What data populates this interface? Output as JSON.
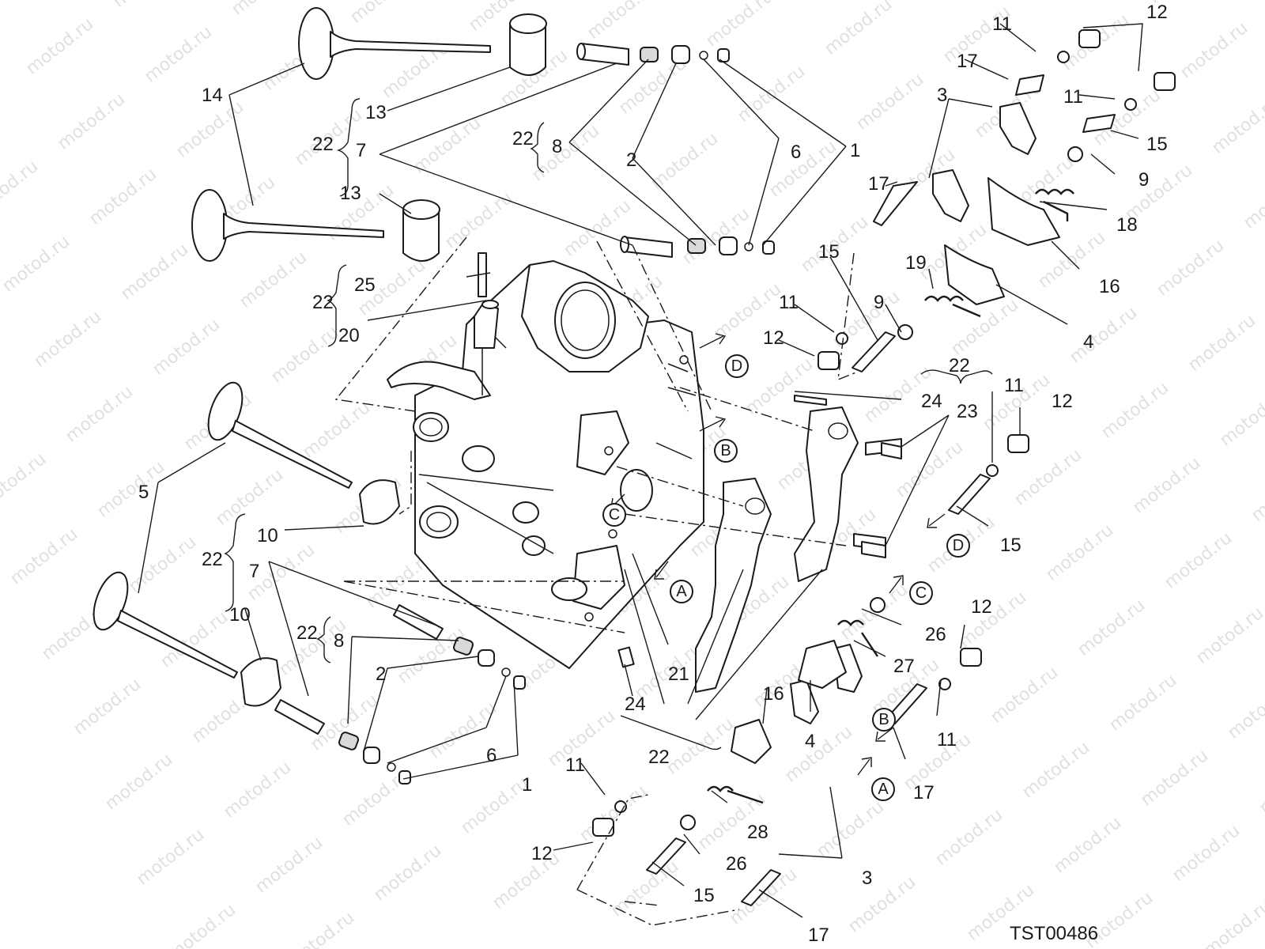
{
  "watermark": "motod.ru",
  "drawing_code": "TST00486",
  "callouts": [
    {
      "text": "14"
    },
    {
      "text": "13"
    },
    {
      "text": "22"
    },
    {
      "text": "7"
    },
    {
      "text": "13"
    },
    {
      "text": "22"
    },
    {
      "text": "8"
    },
    {
      "text": "2"
    },
    {
      "text": "6"
    },
    {
      "text": "1"
    },
    {
      "text": "11"
    },
    {
      "text": "12"
    },
    {
      "text": "17"
    },
    {
      "text": "3"
    },
    {
      "text": "11"
    },
    {
      "text": "15"
    },
    {
      "text": "9"
    },
    {
      "text": "18"
    },
    {
      "text": "16"
    },
    {
      "text": "17"
    },
    {
      "text": "15"
    },
    {
      "text": "19"
    },
    {
      "text": "11"
    },
    {
      "text": "9"
    },
    {
      "text": "12"
    },
    {
      "text": "4"
    },
    {
      "text": "22"
    },
    {
      "text": "25"
    },
    {
      "text": "20"
    },
    {
      "text": "22"
    },
    {
      "text": "24"
    },
    {
      "text": "23"
    },
    {
      "text": "11"
    },
    {
      "text": "12"
    },
    {
      "text": "15"
    },
    {
      "text": "5"
    },
    {
      "text": "10"
    },
    {
      "text": "22"
    },
    {
      "text": "7"
    },
    {
      "text": "10"
    },
    {
      "text": "22"
    },
    {
      "text": "8"
    },
    {
      "text": "2"
    },
    {
      "text": "21"
    },
    {
      "text": "24"
    },
    {
      "text": "6"
    },
    {
      "text": "1"
    },
    {
      "text": "22"
    },
    {
      "text": "26"
    },
    {
      "text": "27"
    },
    {
      "text": "12"
    },
    {
      "text": "11"
    },
    {
      "text": "4"
    },
    {
      "text": "16"
    },
    {
      "text": "17"
    },
    {
      "text": "11"
    },
    {
      "text": "12"
    },
    {
      "text": "28"
    },
    {
      "text": "26"
    },
    {
      "text": "15"
    },
    {
      "text": "3"
    },
    {
      "text": "17"
    }
  ],
  "direction_markers": [
    {
      "text": "D"
    },
    {
      "text": "B"
    },
    {
      "text": "C"
    },
    {
      "text": "A"
    },
    {
      "text": "D"
    },
    {
      "text": "C"
    },
    {
      "text": "B"
    },
    {
      "text": "A"
    }
  ]
}
